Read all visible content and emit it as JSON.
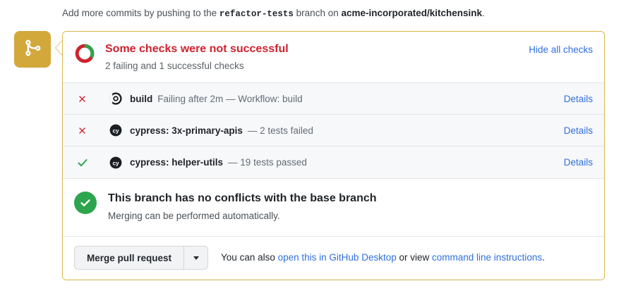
{
  "push_notice": {
    "prefix": "Add more commits by pushing to the",
    "branch": "refactor-tests",
    "middle": "branch on",
    "repo": "acme-incorporated/kitchensink",
    "suffix": "."
  },
  "colors": {
    "accent_gold": "#d3a83b",
    "border_gold": "#d8b64a",
    "danger_red": "#cf222e",
    "success_green": "#2da44e",
    "link_blue": "#2f6fdd",
    "row_bg": "#f7f8fa"
  },
  "badge": {
    "icon": "git-merge-icon"
  },
  "checks_header": {
    "icon": "checks-donut-icon",
    "donut": {
      "success_fraction": 0.33,
      "failure_fraction": 0.67,
      "success_color": "#2da44e",
      "failure_color": "#cf222e"
    },
    "title": "Some checks were not successful",
    "subtitle": "2 failing and 1 successful checks",
    "toggle_label": "Hide all checks"
  },
  "checks": [
    {
      "status": "failure",
      "status_icon": "x-mark-icon",
      "avatar_icon": "github-actions-icon",
      "name": "build",
      "description": "Failing after 2m — Workflow: build",
      "details_label": "Details"
    },
    {
      "status": "failure",
      "status_icon": "x-mark-icon",
      "avatar_icon": "cypress-icon",
      "name": "cypress: 3x-primary-apis",
      "description": "— 2 tests failed",
      "details_label": "Details"
    },
    {
      "status": "success",
      "status_icon": "check-mark-icon",
      "avatar_icon": "cypress-icon",
      "name": "cypress: helper-utils",
      "description": "— 19 tests passed",
      "details_label": "Details"
    }
  ],
  "merge_status": {
    "icon": "check-circle-icon",
    "title": "This branch has no conflicts with the base branch",
    "subtitle": "Merging can be performed automatically."
  },
  "footer": {
    "merge_button_label": "Merge pull request",
    "dropdown_icon": "chevron-down-icon",
    "note_prefix": "You can also",
    "desktop_link": "open this in GitHub Desktop",
    "note_middle": "or view",
    "cli_link": "command line instructions",
    "note_suffix": "."
  }
}
